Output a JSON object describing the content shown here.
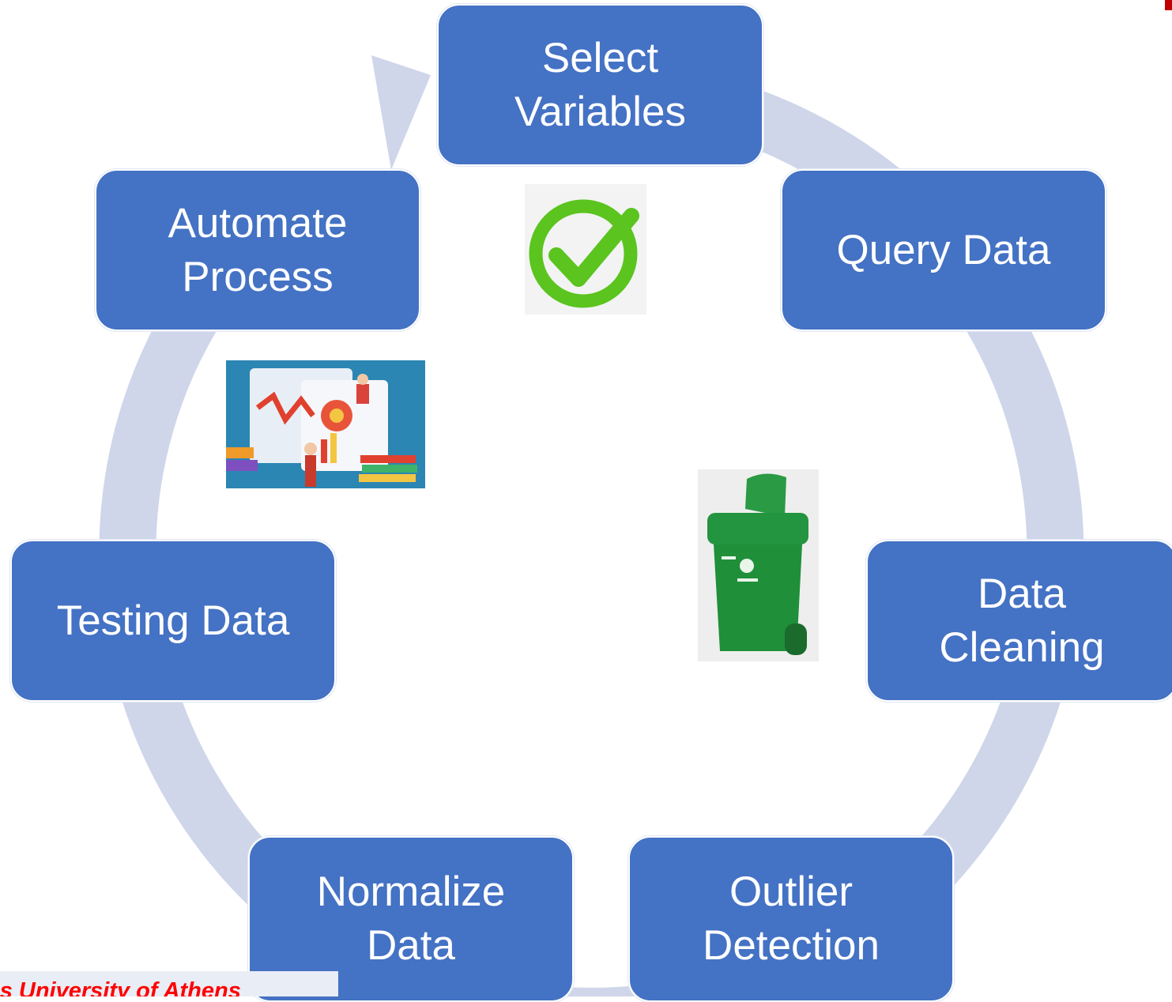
{
  "diagram": {
    "nodes": [
      {
        "id": "select-variables",
        "lines": [
          "Select",
          "Variables"
        ]
      },
      {
        "id": "query-data",
        "lines": [
          "Query Data"
        ]
      },
      {
        "id": "data-cleaning",
        "lines": [
          "Data",
          "Cleaning"
        ]
      },
      {
        "id": "outlier-detection",
        "lines": [
          "Outlier",
          "Detection"
        ]
      },
      {
        "id": "normalize-data",
        "lines": [
          "Normalize",
          "Data"
        ]
      },
      {
        "id": "testing-data",
        "lines": [
          "Testing Data"
        ]
      },
      {
        "id": "automate-process",
        "lines": [
          "Automate",
          "Process"
        ]
      }
    ],
    "colors": {
      "node": "#4472c4",
      "cycle_arrow": "#cfd6ea",
      "check": "#5bc41f",
      "bin": "#1f8f3a"
    },
    "icons": [
      "checkmark-icon",
      "analytics-illustration-icon",
      "recycle-bin-icon"
    ],
    "footer": "ns University of Athens"
  }
}
